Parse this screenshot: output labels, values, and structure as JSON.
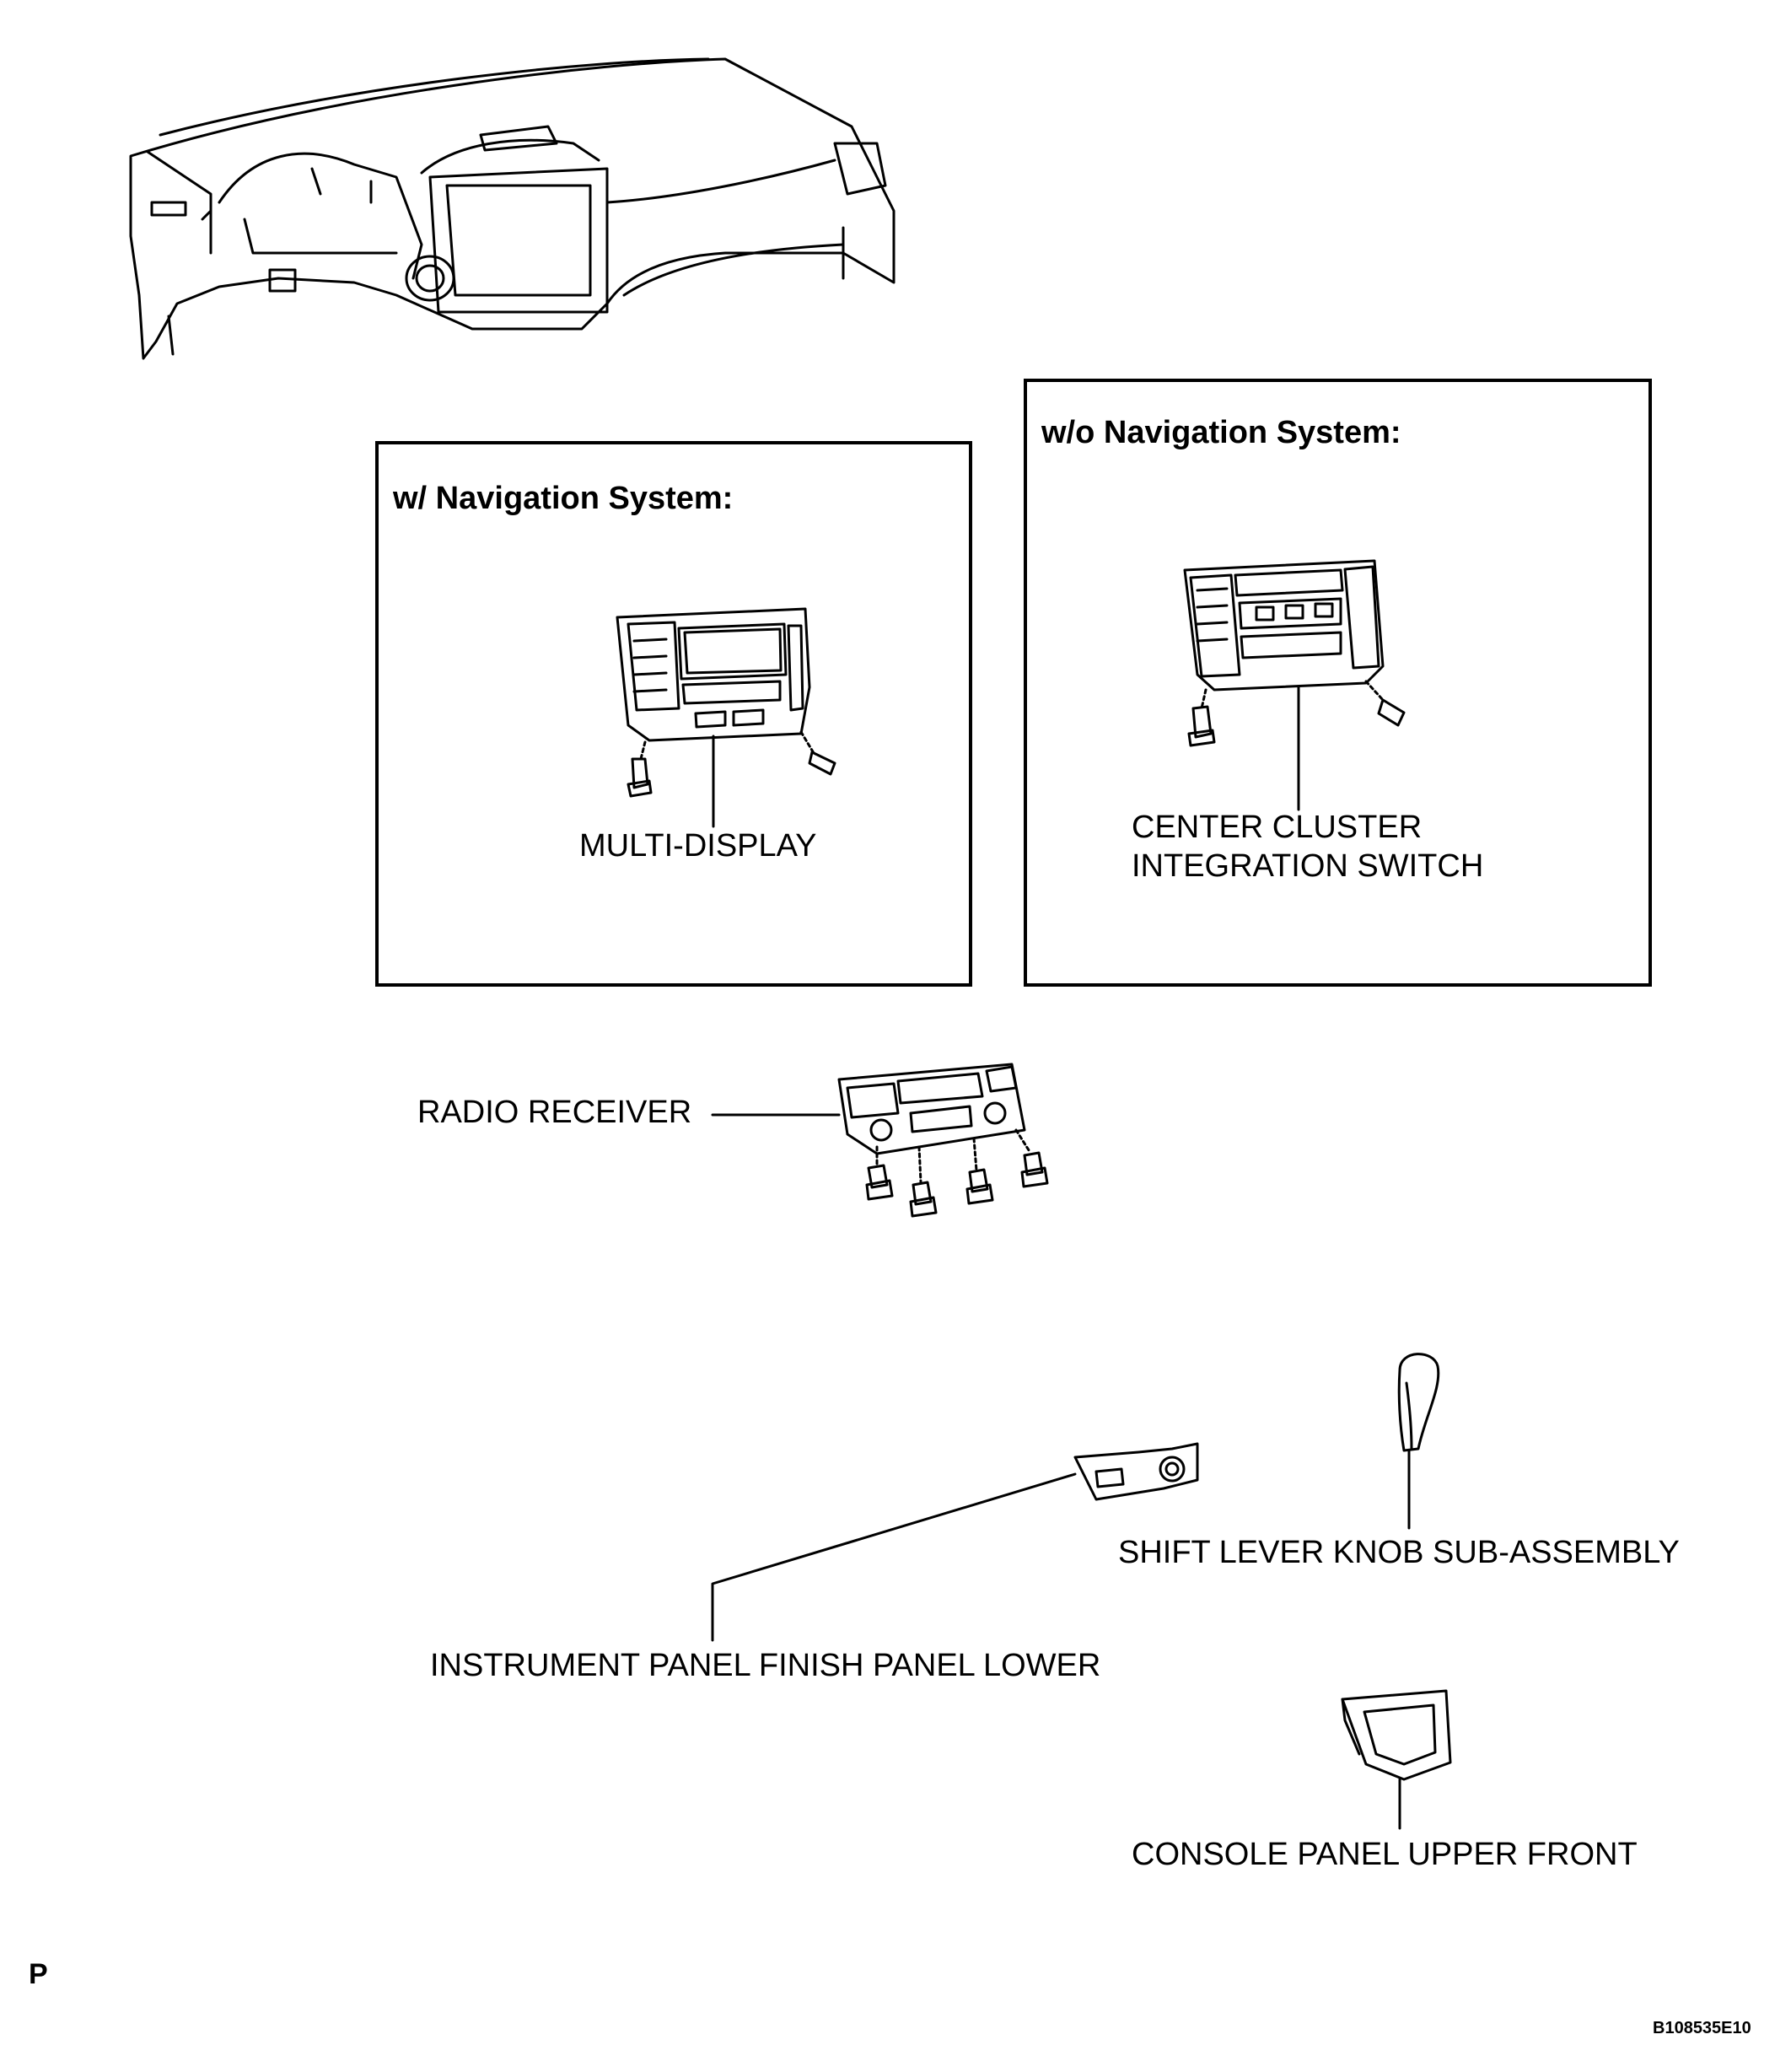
{
  "boxes": {
    "with_nav": {
      "heading": "w/ Navigation System:"
    },
    "without_nav": {
      "heading": "w/o Navigation System:"
    }
  },
  "parts": {
    "multi_display": "MULTI-DISPLAY",
    "center_cluster_line1": "CENTER CLUSTER",
    "center_cluster_line2": "INTEGRATION SWITCH",
    "radio_receiver": "RADIO RECEIVER",
    "shift_knob": "SHIFT LEVER KNOB SUB-ASSEMBLY",
    "finish_panel_lower": "INSTRUMENT PANEL FINISH PANEL LOWER",
    "console_panel": "CONSOLE PANEL UPPER FRONT"
  },
  "footer": {
    "corner_mark": "P",
    "figure_code": "B108535E10"
  }
}
